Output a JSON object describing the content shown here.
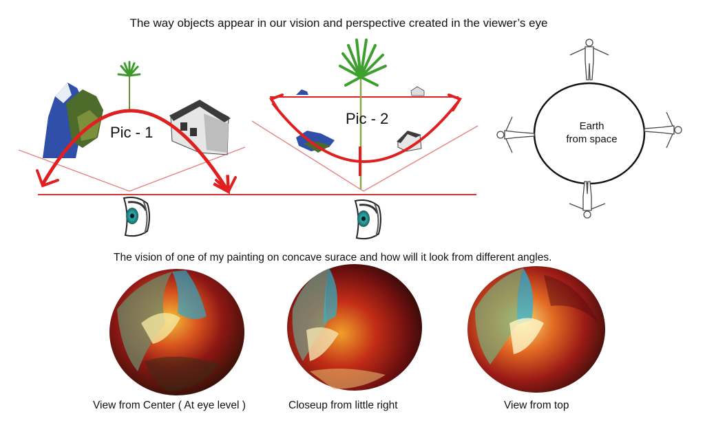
{
  "title": "The way objects appear in our vision and perspective created in the viewer’s  eye",
  "subtitle": "The vision  of one of my painting on concave surace and how will it look from  different angles.",
  "diagram": {
    "pic1_label": "Pic - 1",
    "pic2_label": "Pic - 2",
    "earth_line1": "Earth",
    "earth_line2": "from space",
    "accent_color": "#e02020"
  },
  "captions": {
    "center": "View from Center ( At eye level )",
    "right": "Closeup from little right",
    "top": "View from  top"
  },
  "icons": [
    "palm-tree-icon",
    "mountain-icon",
    "house-icon",
    "eye-icon",
    "human-figure-icon"
  ]
}
